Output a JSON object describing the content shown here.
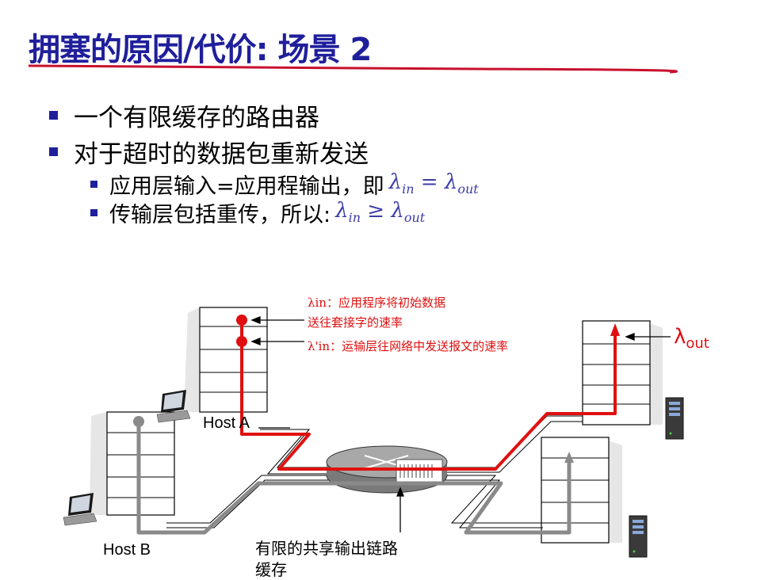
{
  "title": "拥塞的原因/代价: 场景 2",
  "bullets": [
    "一个有限缓存的路由器",
    "对于超时的数据包重新发送"
  ],
  "sub_bullets": [
    {
      "text": "应用层输入=应用程输出，即",
      "math": "λin = λout"
    },
    {
      "text": "传输层包括重传，所以:",
      "math": "λin ≥ λout"
    }
  ],
  "math": {
    "lambda": "λ",
    "in": "in",
    "out": "out",
    "eq": " = ",
    "ge": " ≥ ",
    "lambda_out_label": "λ",
    "out_sub": "out"
  },
  "annotations": {
    "lambda_in_line1": "λin：应用程序将初始数据",
    "lambda_in_line2": "送往套接字的速率",
    "lambda_prime_in": "λ'in：运输层往网络中发送报文的速率"
  },
  "labels": {
    "host_a": "Host A",
    "host_b": "Host B",
    "buffer_line1": "有限的共享输出链路",
    "buffer_line2": "缓存"
  },
  "colors": {
    "title": "#1f1f9c",
    "red_path": "#e01010",
    "gray_path": "#8a8a8a",
    "math": "#3c3ca8"
  }
}
